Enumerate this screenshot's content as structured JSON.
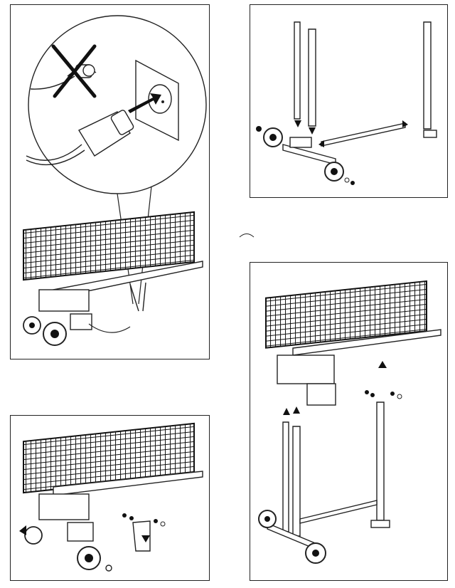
{
  "panels": [
    {
      "id": "unplug",
      "icon": "unplug-before-assembly-icon"
    },
    {
      "id": "stand-parts",
      "icon": "stand-parts-exploded-icon"
    },
    {
      "id": "wheel-mount",
      "icon": "wheel-mount-icon"
    },
    {
      "id": "stand-mount",
      "icon": "stand-mount-icon"
    }
  ],
  "colors": {
    "line": "#222222",
    "background": "#ffffff"
  }
}
